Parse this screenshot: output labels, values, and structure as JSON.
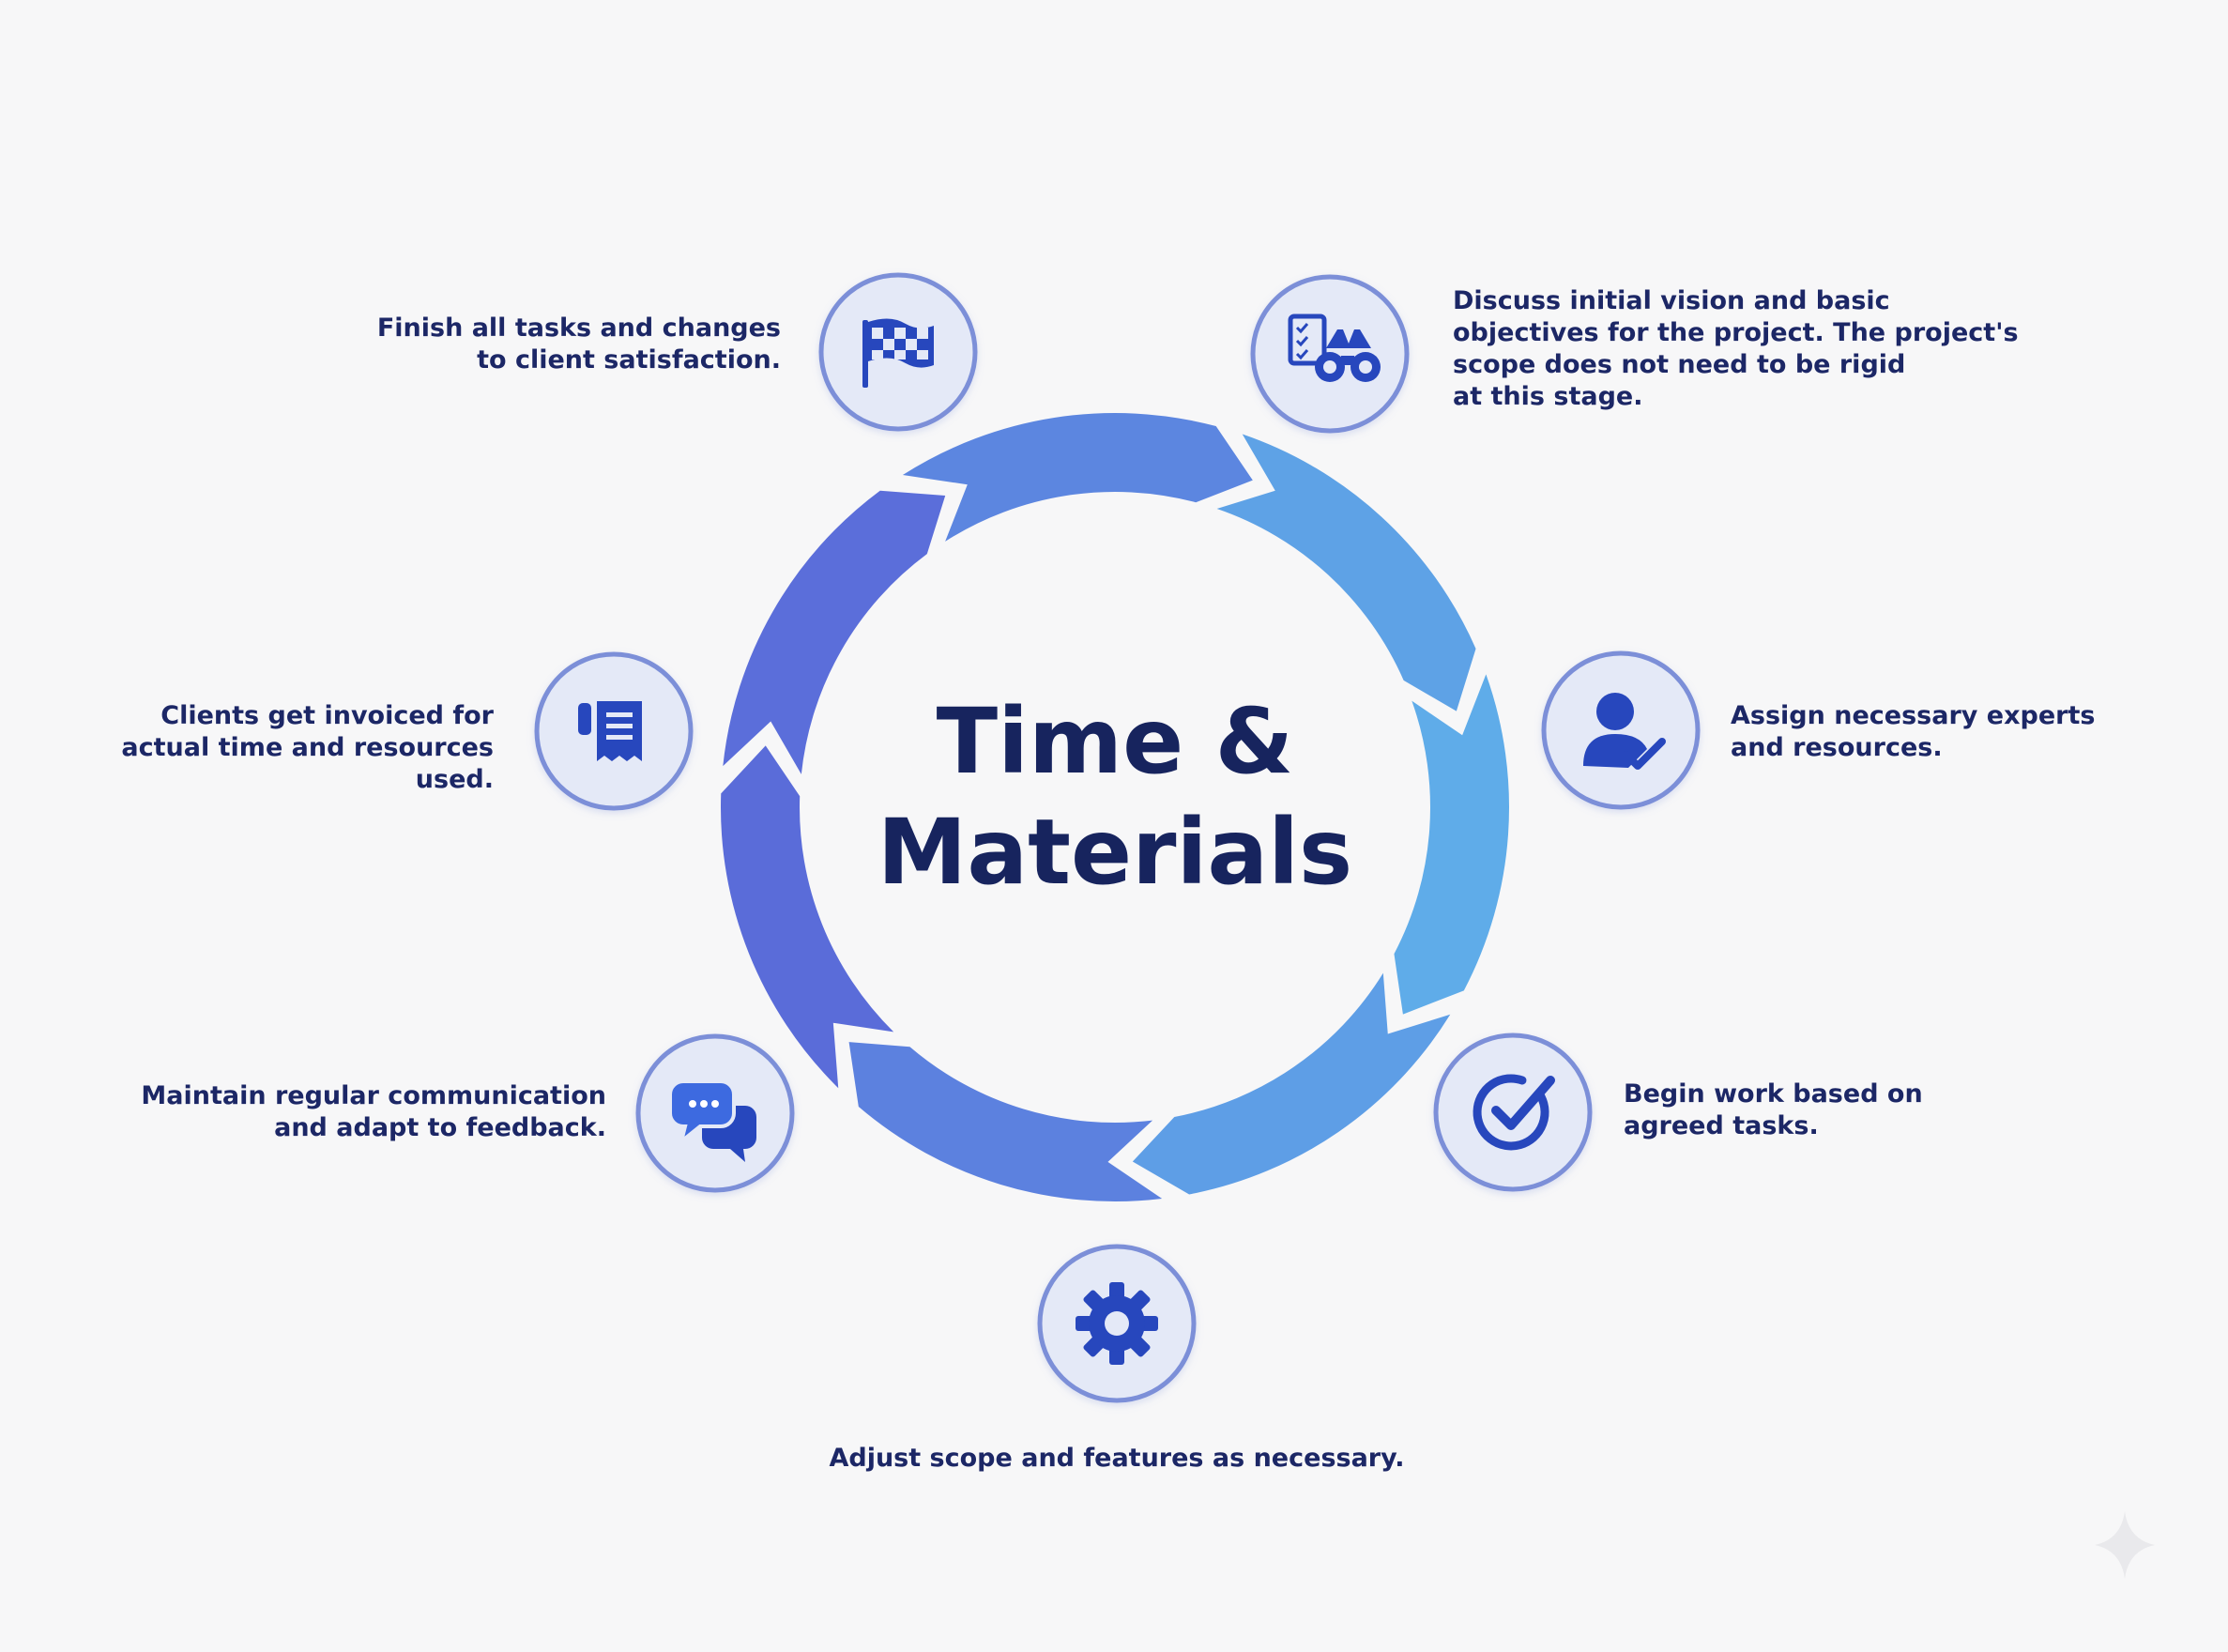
{
  "title": {
    "line1": "Time &",
    "line2": "Materials"
  },
  "colors": {
    "ring_start": "#5a66d8",
    "ring_end": "#5fb0ea",
    "badge_fill": "#e4e9f7",
    "badge_stroke": "#7b8fd8",
    "icon": "#2747bd",
    "text": "#1c2766"
  },
  "steps": [
    {
      "id": "discuss",
      "icon": "checklist-binoculars-icon",
      "lines": [
        "Discuss initial vision and basic",
        "objectives for the project. The project's",
        "scope does not need to be rigid",
        "at this stage."
      ]
    },
    {
      "id": "assign",
      "icon": "user-check-icon",
      "lines": [
        "Assign necessary experts",
        "and resources."
      ]
    },
    {
      "id": "begin",
      "icon": "check-circle-icon",
      "lines": [
        "Begin work based on",
        "agreed tasks."
      ]
    },
    {
      "id": "adjust",
      "icon": "gear-icon",
      "lines": [
        "Adjust scope and  features as necessary."
      ]
    },
    {
      "id": "maintain",
      "icon": "chat-bubbles-icon",
      "lines": [
        "Maintain regular communication",
        "and adapt to feedback."
      ]
    },
    {
      "id": "invoice",
      "icon": "receipt-icon",
      "lines": [
        "Clients get invoiced for",
        "actual time and resources",
        "used."
      ]
    },
    {
      "id": "finish",
      "icon": "checkered-flag-icon",
      "lines": [
        "Finish all tasks and changes",
        "to client satisfaction."
      ]
    }
  ]
}
